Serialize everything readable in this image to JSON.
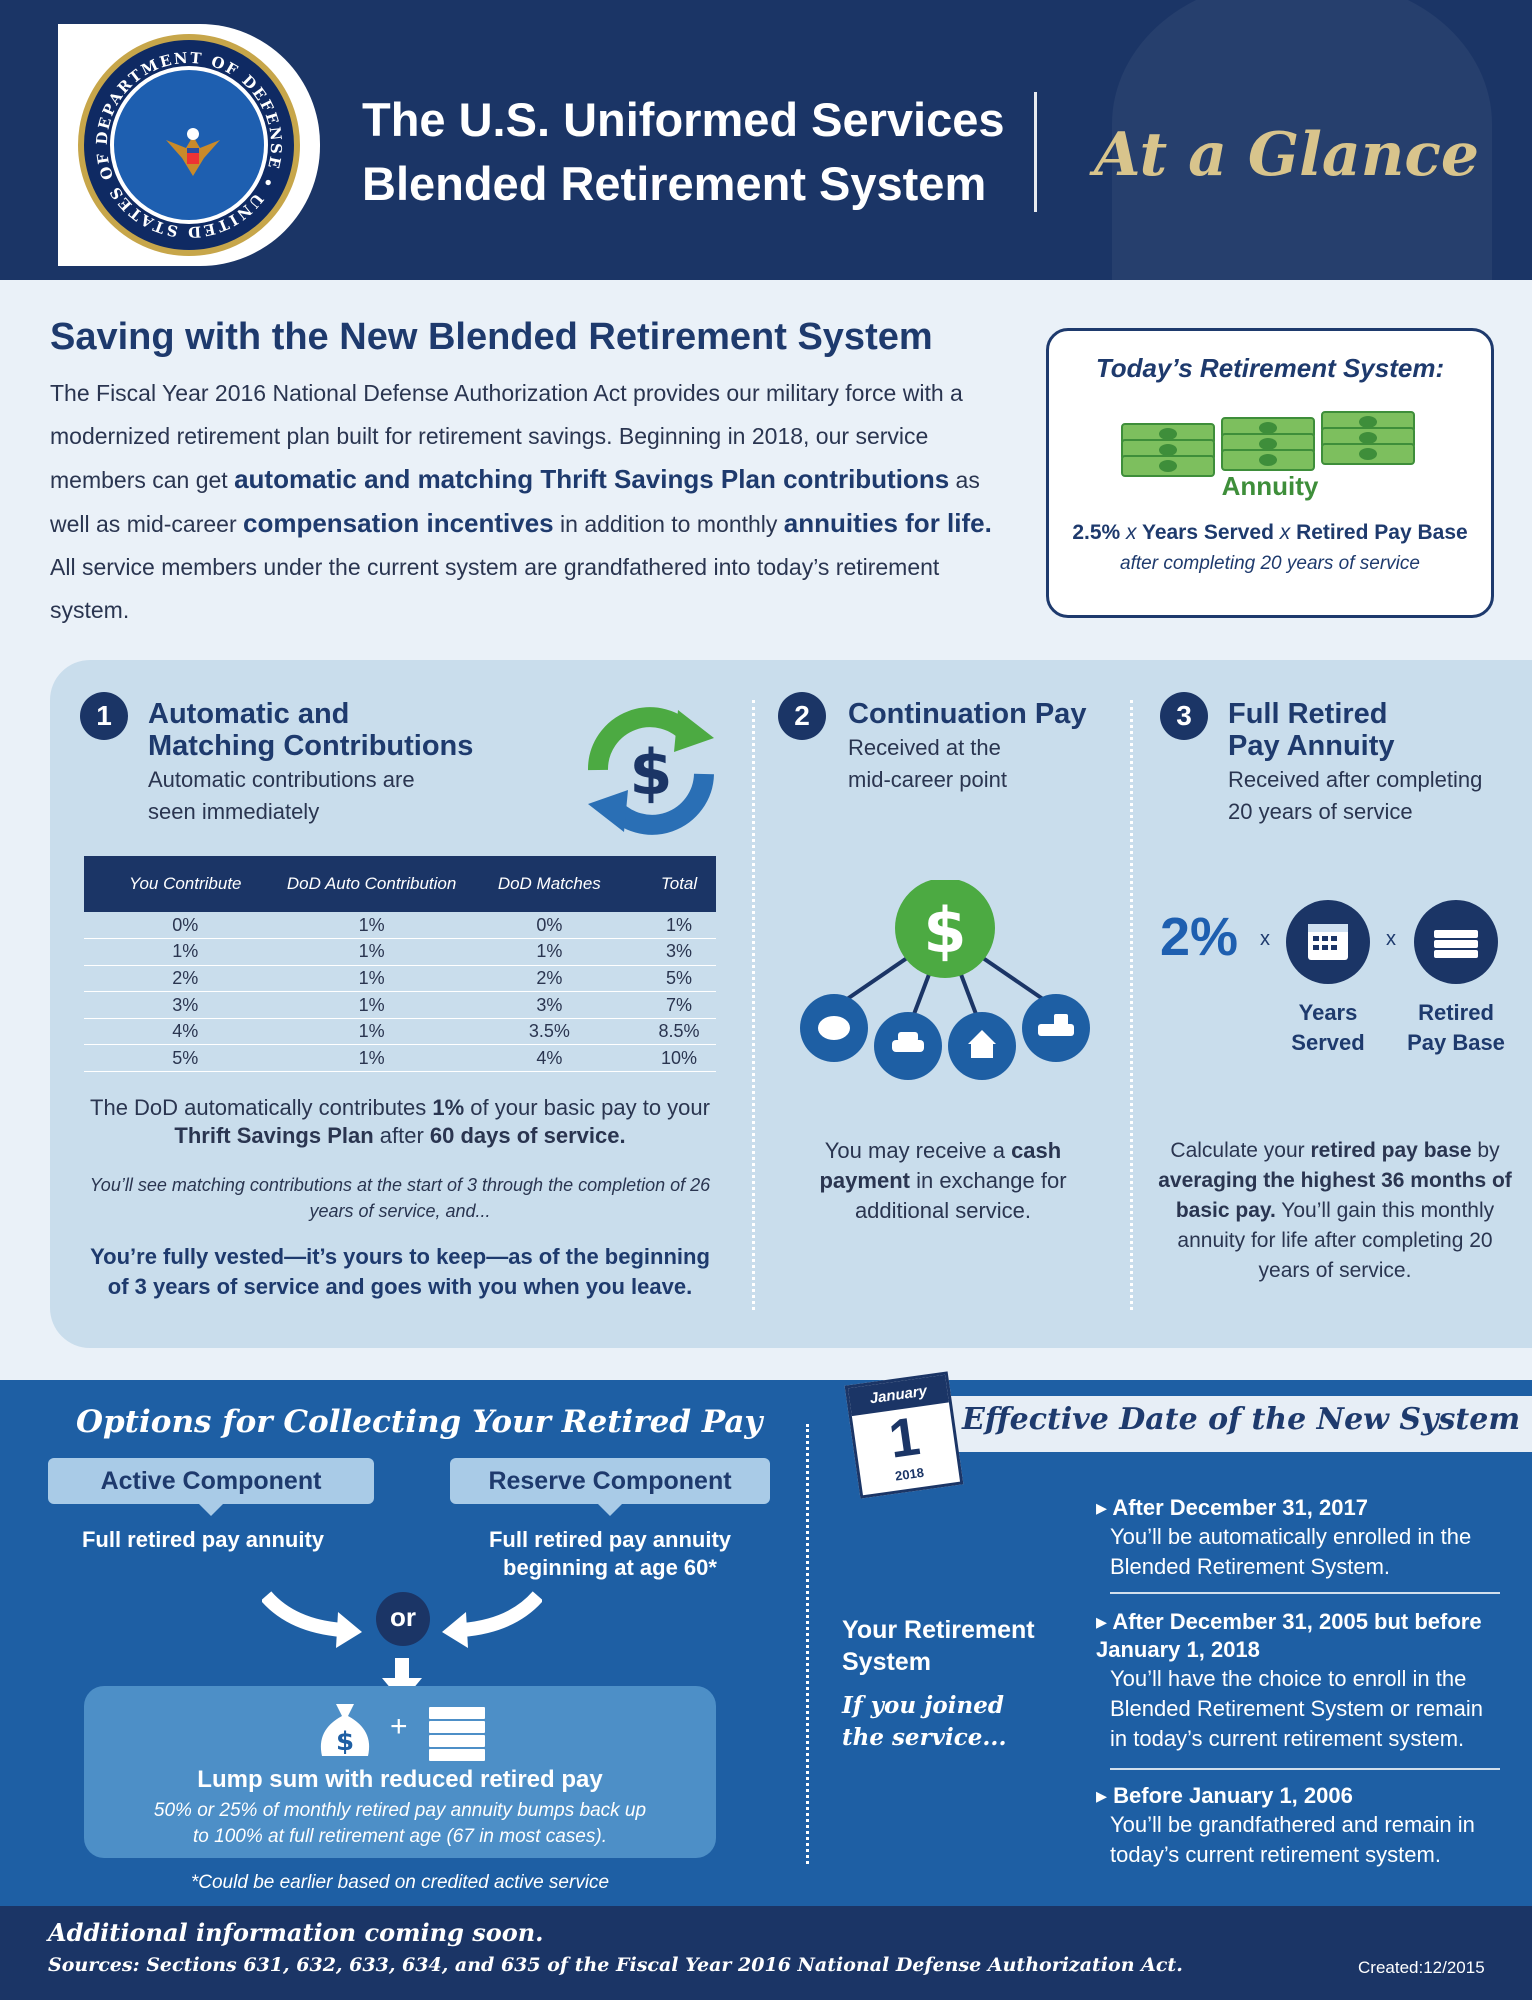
{
  "header": {
    "seal_text": "DEPARTMENT OF DEFENSE • UNITED STATES OF AMERICA",
    "title_line1": "The U.S. Uniformed Services",
    "title_line2": "Blended Retirement System",
    "tagline": "At a Glance"
  },
  "intro": {
    "heading": "Saving with the New Blended Retirement System",
    "p_1": "The Fiscal Year 2016 National Defense Authorization Act provides our military force with a modernized retirement plan built for retirement savings. Beginning in 2018, our service members can get ",
    "b_1": "automatic and matching Thrift Savings Plan contributions",
    "p_2": " as well as mid-career ",
    "b_2": "compensation incentives",
    "p_3": " in addition to monthly ",
    "b_3": "annuities for life.",
    "p_4": " All service members under the current system are grandfathered into today’s retirement system."
  },
  "today": {
    "title": "Today’s Retirement System:",
    "annuity": "Annuity",
    "formula_a": "2.5% ",
    "formula_x1": "x",
    "formula_b": " Years Served ",
    "formula_x2": "x",
    "formula_c": " Retired Pay Base",
    "note": "after completing 20 years of service"
  },
  "pillar1": {
    "number": "1",
    "title_line1": "Automatic and",
    "title_line2": "Matching Contributions",
    "sub_line1": "Automatic contributions are",
    "sub_line2": "seen immediately",
    "table": {
      "headers": [
        "You Contribute",
        "DoD Auto Contribution",
        "DoD Matches",
        "Total"
      ],
      "rows": [
        [
          "0%",
          "1%",
          "0%",
          "1%"
        ],
        [
          "1%",
          "1%",
          "1%",
          "3%"
        ],
        [
          "2%",
          "1%",
          "2%",
          "5%"
        ],
        [
          "3%",
          "1%",
          "3%",
          "7%"
        ],
        [
          "4%",
          "1%",
          "3.5%",
          "8.5%"
        ],
        [
          "5%",
          "1%",
          "4%",
          "10%"
        ]
      ]
    },
    "note1_a": "The DoD automatically contributes ",
    "note1_b": "1%",
    "note1_c": " of your basic pay to your ",
    "note1_d": "Thrift Savings Plan",
    "note1_e": " after ",
    "note1_f": "60 days of service.",
    "note2": "You’ll see matching contributions at the start of 3 through the completion of 26 years of service, and...",
    "note3": "You’re fully vested—it’s yours to keep—as of the beginning of 3 years of service and goes with you when you leave."
  },
  "pillar2": {
    "number": "2",
    "title": "Continuation Pay",
    "sub_line1": "Received at the",
    "sub_line2": "mid-career point",
    "text_a": "You may receive a ",
    "text_b": "cash payment",
    "text_c": " in exchange for additional service."
  },
  "pillar3": {
    "number": "3",
    "title_line1": "Full Retired",
    "title_line2": "Pay Annuity",
    "sub_line1": "Received after completing",
    "sub_line2": "20 years of service",
    "percent": "2%",
    "times1": "x",
    "times2": "x",
    "years_line1": "Years",
    "years_line2": "Served",
    "base_line1": "Retired",
    "base_line2": "Pay Base",
    "text_a": "Calculate your ",
    "text_b": "retired pay base",
    "text_c": " by ",
    "text_d": "averaging the highest 36 months of basic pay.",
    "text_e": " You’ll gain this monthly annuity for life after completing 20 years of service."
  },
  "options": {
    "title": "Options for Collecting Your Retired Pay",
    "active_label": "Active Component",
    "active_sub": "Full retired pay annuity",
    "reserve_label": "Reserve Component",
    "reserve_sub_line1": "Full retired pay annuity",
    "reserve_sub_line2": "beginning at age 60*",
    "or": "or",
    "plus": "+",
    "lump_title": "Lump sum with reduced retired pay",
    "lump_desc_line1": "50% or 25% of monthly retired pay annuity bumps back up",
    "lump_desc_line2": "to 100% at full retirement age (67 in most cases).",
    "footnote": "*Could be earlier based on credited active service"
  },
  "effective": {
    "cal_month": "January",
    "cal_day": "1",
    "cal_year": "2018",
    "title": "Effective Date of the New System",
    "your_system_line1": "Your Retirement",
    "your_system_line2": "System",
    "joined_line1": "If you joined",
    "joined_line2": "the service...",
    "items": [
      {
        "head": "After December 31, 2017",
        "body": "You’ll be automatically enrolled in the Blended Retirement System."
      },
      {
        "head": "After December 31, 2005 but before January 1, 2018",
        "body": "You’ll have the choice to enroll in the Blended Retirement System or remain in today’s current retirement system."
      },
      {
        "head": "Before January 1, 2006",
        "body": "You’ll be grandfathered and remain in today’s current retirement system."
      }
    ]
  },
  "footer": {
    "line1": "Additional information coming soon.",
    "line2": "Sources: Sections 631, 632, 633, 634, and 635 of the Fiscal Year 2016 National Defense Authorization Act.",
    "created": "Created:12/2015"
  },
  "colors": {
    "navy": "#1b3566",
    "blue": "#1e5fa4",
    "green": "#3e8e3a",
    "gold": "#d8c48c"
  }
}
